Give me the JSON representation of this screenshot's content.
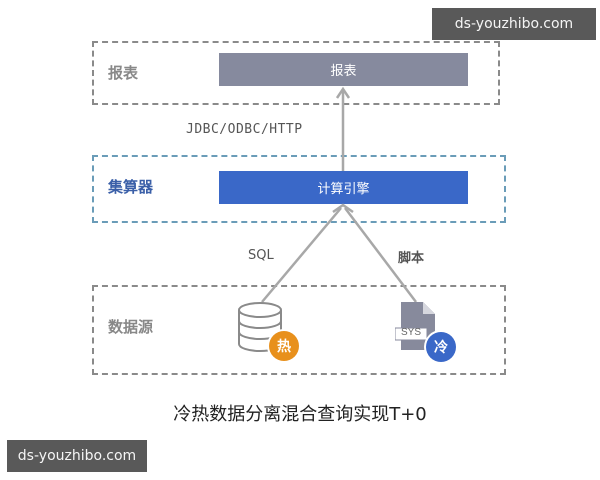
{
  "diagram": {
    "layers": {
      "report": {
        "label": "报表",
        "box_label": "报表",
        "box_color": "#868a9e"
      },
      "compute": {
        "label": "集算器",
        "box_label": "计算引擎",
        "box_color": "#3a68c8",
        "label_color": "#3a5fa8"
      },
      "datasource": {
        "label": "数据源"
      }
    },
    "edges": {
      "report_link": "JDBC/ODBC/HTTP",
      "sql_link": "SQL",
      "script_link": "脚本"
    },
    "sources": {
      "hot": {
        "icon": "database-icon",
        "badge": "热",
        "badge_color": "#e8901c"
      },
      "cold": {
        "icon": "file-icon",
        "file_tag": "SYS",
        "badge": "冷",
        "badge_color": "#3a68c8"
      }
    },
    "caption": "冷热数据分离混合查询实现T+0"
  },
  "watermarks": {
    "top_right": "ds-youzhibo.com",
    "bottom_left": "ds-youzhibo.com"
  }
}
